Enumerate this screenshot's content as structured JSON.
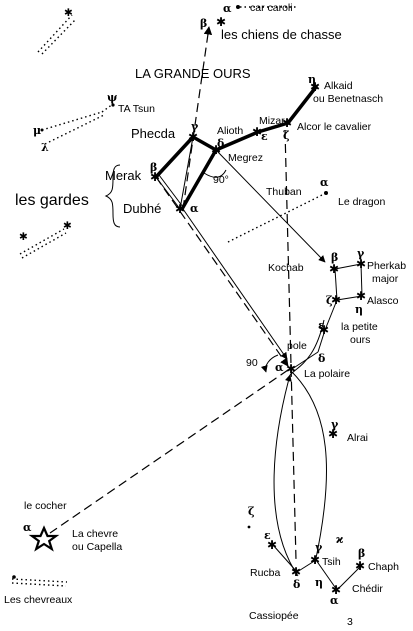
{
  "labels": {
    "car_caroli": "car caroli",
    "chiens_de_chasse": "les chiens de chasse",
    "grande_ourse": "LA GRANDE OURS",
    "alkaid": "Alkaid",
    "benetnasch": "ou Benetnasch",
    "ta_tsun": "TA Tsun",
    "phecda": "Phecda",
    "alioth": "Alioth",
    "mizar": "Mizar",
    "alcor": "Alcor le cavalier",
    "megrez": "Megrez",
    "merak": "Merak",
    "les_gardes": "les gardes",
    "dubhe": "Dubhé",
    "angle_90_top": "90°",
    "thuban": "Thuban",
    "le_dragon": "Le dragon",
    "kochab": "Kochab",
    "pherkab": "Pherkab",
    "major": "major",
    "alasco": "Alasco",
    "petite": "la petite",
    "ours": "ours",
    "pole": "pole",
    "angle_90_left": "90",
    "la_polaire": "La polaire",
    "alrai": "Alrai",
    "le_cocher": "le cocher",
    "la_chevre": "La chevre",
    "ou_capella": "ou Capella",
    "rucba": "Rucba",
    "tsih": "Tsih",
    "chaph": "Chaph",
    "chedir": "Chédir",
    "les_chevreaux": "Les chevreaux",
    "cassiopee": "Cassiopée",
    "three": "3"
  },
  "greek": {
    "alpha": "α",
    "beta": "β",
    "gamma": "γ",
    "delta": "δ",
    "epsilon": "ε",
    "zeta": "ζ",
    "eta": "η",
    "kappa": "ϰ",
    "psi": "ψ",
    "mu": "μ",
    "lambda": "λ"
  }
}
